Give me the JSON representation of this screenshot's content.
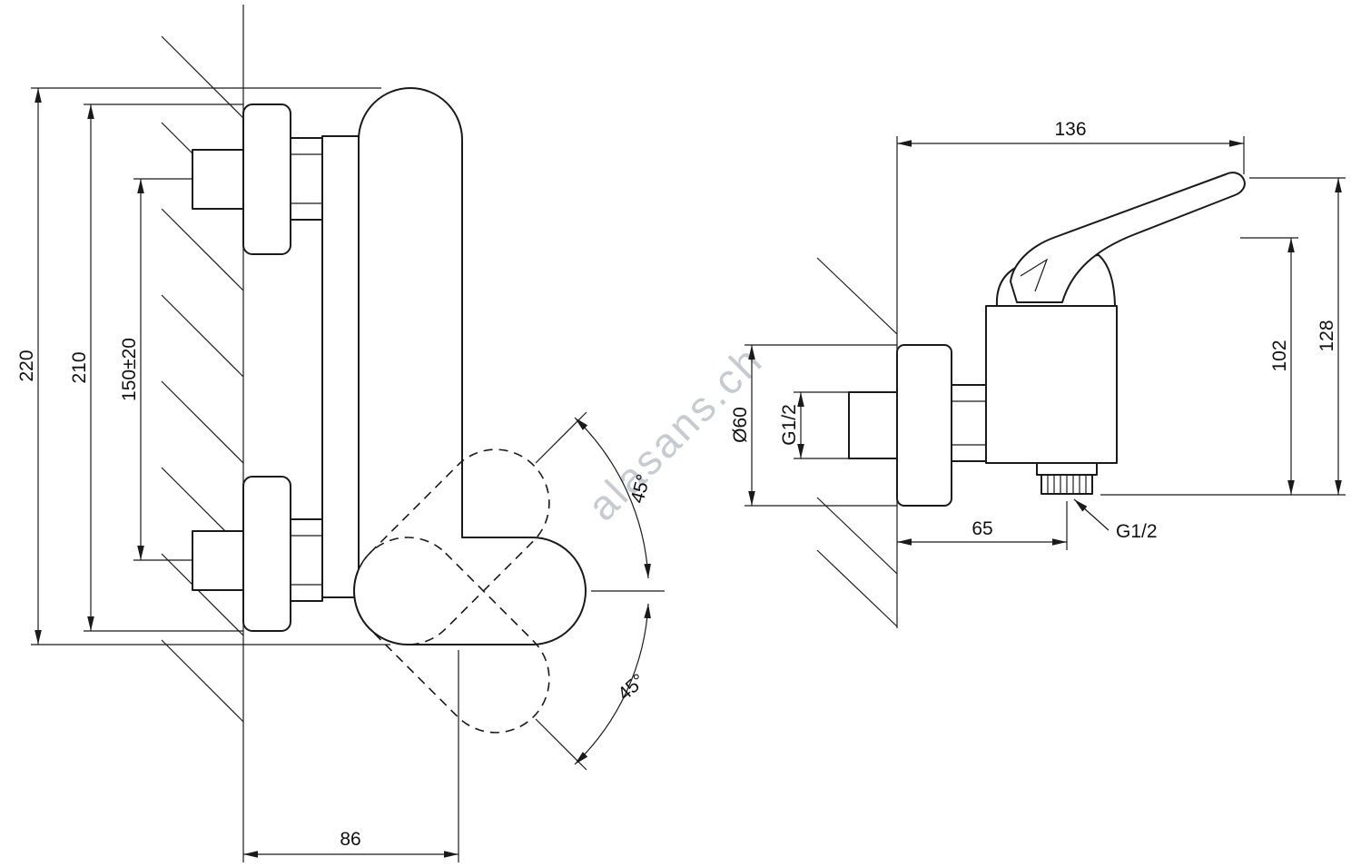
{
  "watermark": "alasans.ch",
  "side_view": {
    "overall_height": "220",
    "mount_height": "210",
    "inlet_spacing": "150±20",
    "depth": "86",
    "swing_up": "45°",
    "swing_down": "45°"
  },
  "front_view": {
    "width": "136",
    "height_total": "128",
    "height_body": "102",
    "flange_diameter": "Ø60",
    "inlet_thread": "G1/2",
    "outlet_offset": "65",
    "outlet_thread": "G1/2"
  }
}
